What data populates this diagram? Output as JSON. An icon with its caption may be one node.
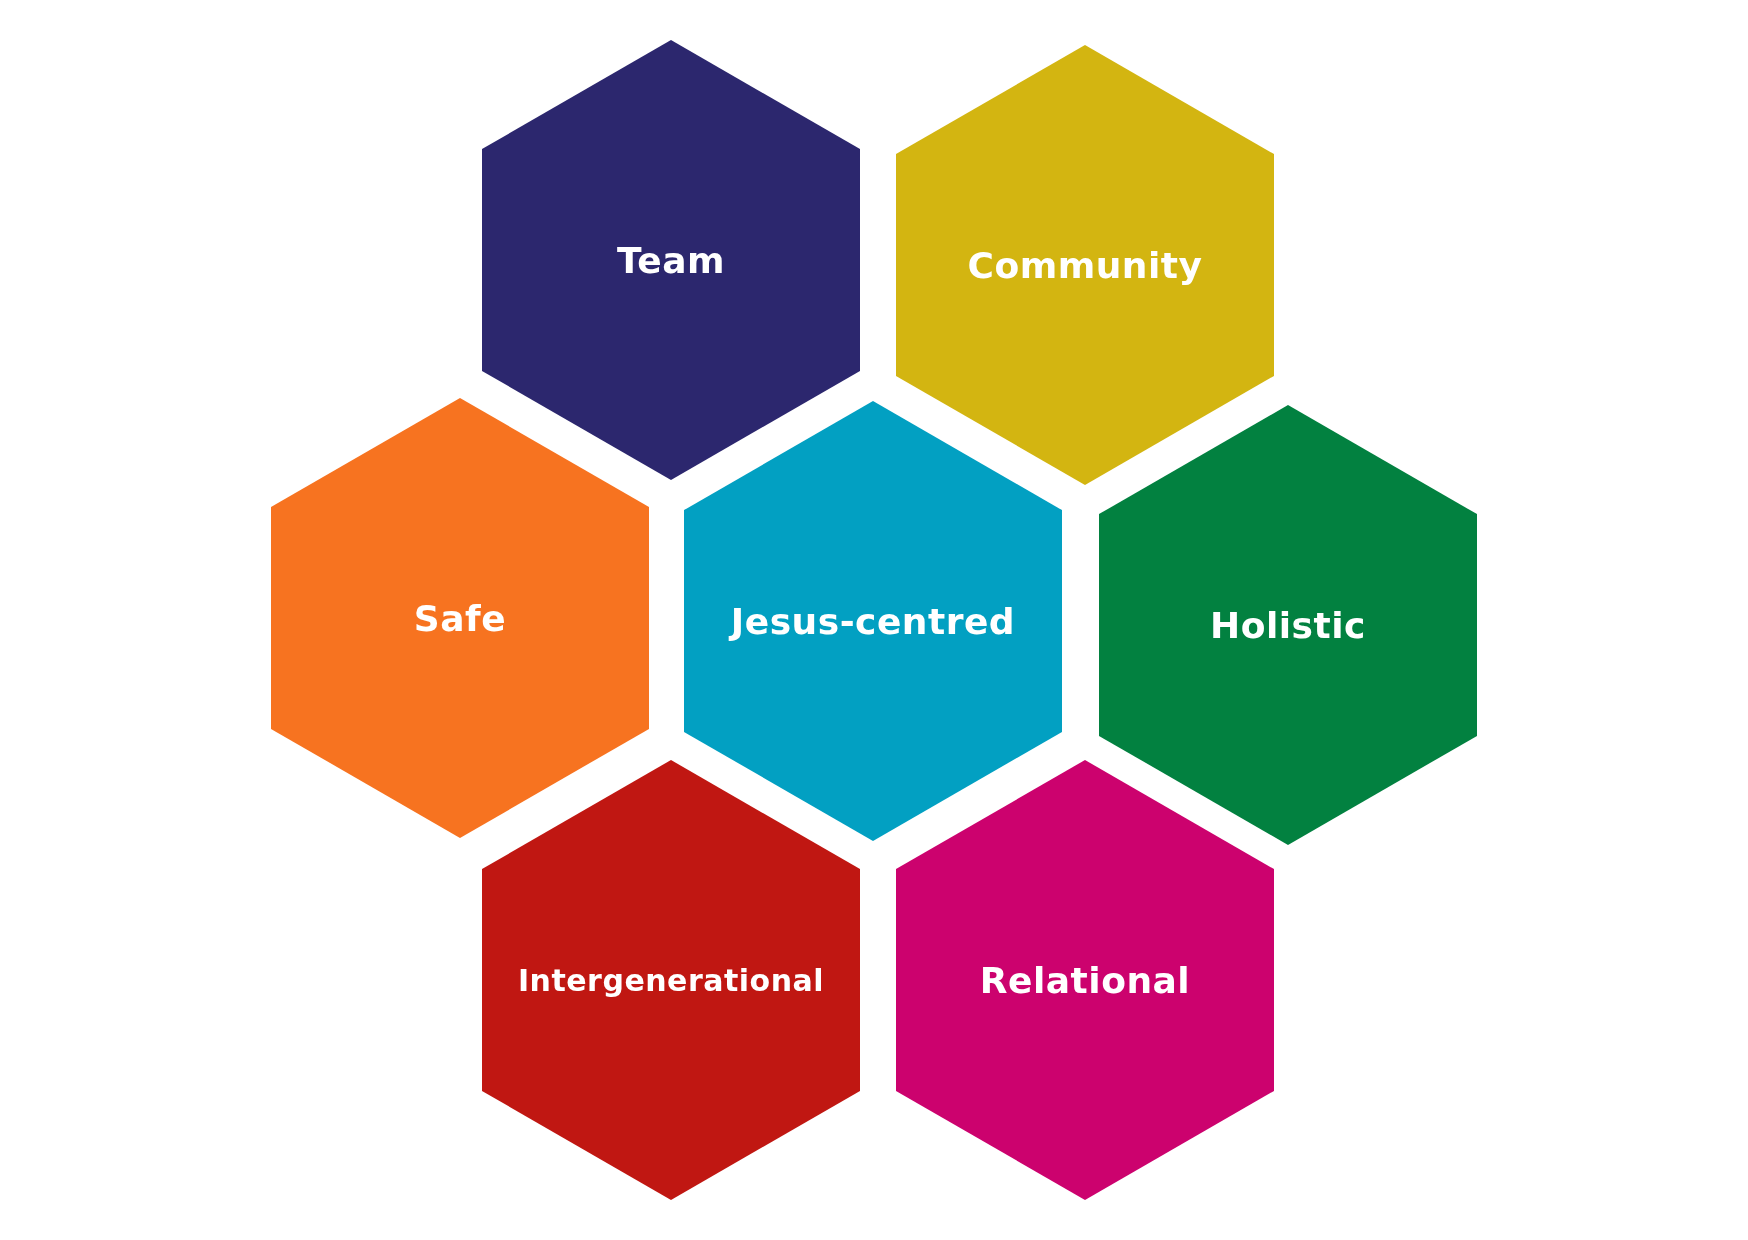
{
  "diagram": {
    "nodes": [
      {
        "text": [
          "Team"
        ]
      },
      {
        "text": [
          "Community"
        ]
      },
      {
        "text": [
          "Safe"
        ]
      },
      {
        "text": [
          "Jesus-centred"
        ]
      },
      {
        "text": [
          "Holistic"
        ]
      },
      {
        "text": [
          "Intergenerational"
        ]
      },
      {
        "text": [
          "Relational"
        ]
      }
    ]
  }
}
